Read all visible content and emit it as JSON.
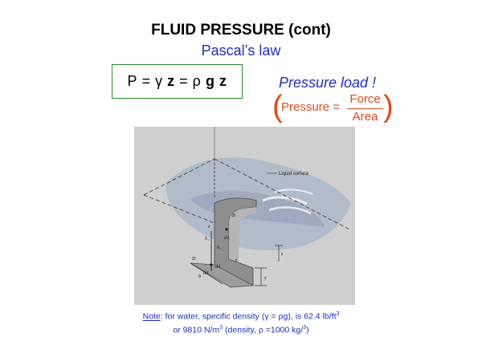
{
  "header": {
    "title": "FLUID PRESSURE (cont)",
    "subtitle": "Pascal’s law"
  },
  "formula": {
    "P": "P",
    "eq1": "=",
    "gamma": "γ",
    "z1": "z",
    "eq2": "=",
    "rho": "ρ",
    "g": "g",
    "z2": "z"
  },
  "pressure_load": {
    "title": "Pressure load !",
    "lhs": "Pressure =",
    "numerator": "Force",
    "denominator": "Area"
  },
  "figure": {
    "liquid_surface_label": "Liquid surface",
    "point_labels": [
      "B",
      "z",
      "dA",
      "h₂",
      "h₁",
      "D",
      "dA",
      "dA",
      "b",
      "y",
      "z",
      "z"
    ]
  },
  "note": {
    "label": "Note",
    "line1_rest": ": for water, specific density (γ = ρg), is 62.4 lb/ft",
    "line1_sup": "3",
    "line2_a": "or 9810 N/m",
    "line2_sup": "3",
    "line2_b": " (density, ρ =1000 kg/",
    "line2_sup2": "3",
    "line2_c": ")"
  },
  "colors": {
    "accent_blue": "#1f2fbf",
    "formula_border": "#2e8b2e",
    "fraction_orange": "#e04a1a"
  }
}
